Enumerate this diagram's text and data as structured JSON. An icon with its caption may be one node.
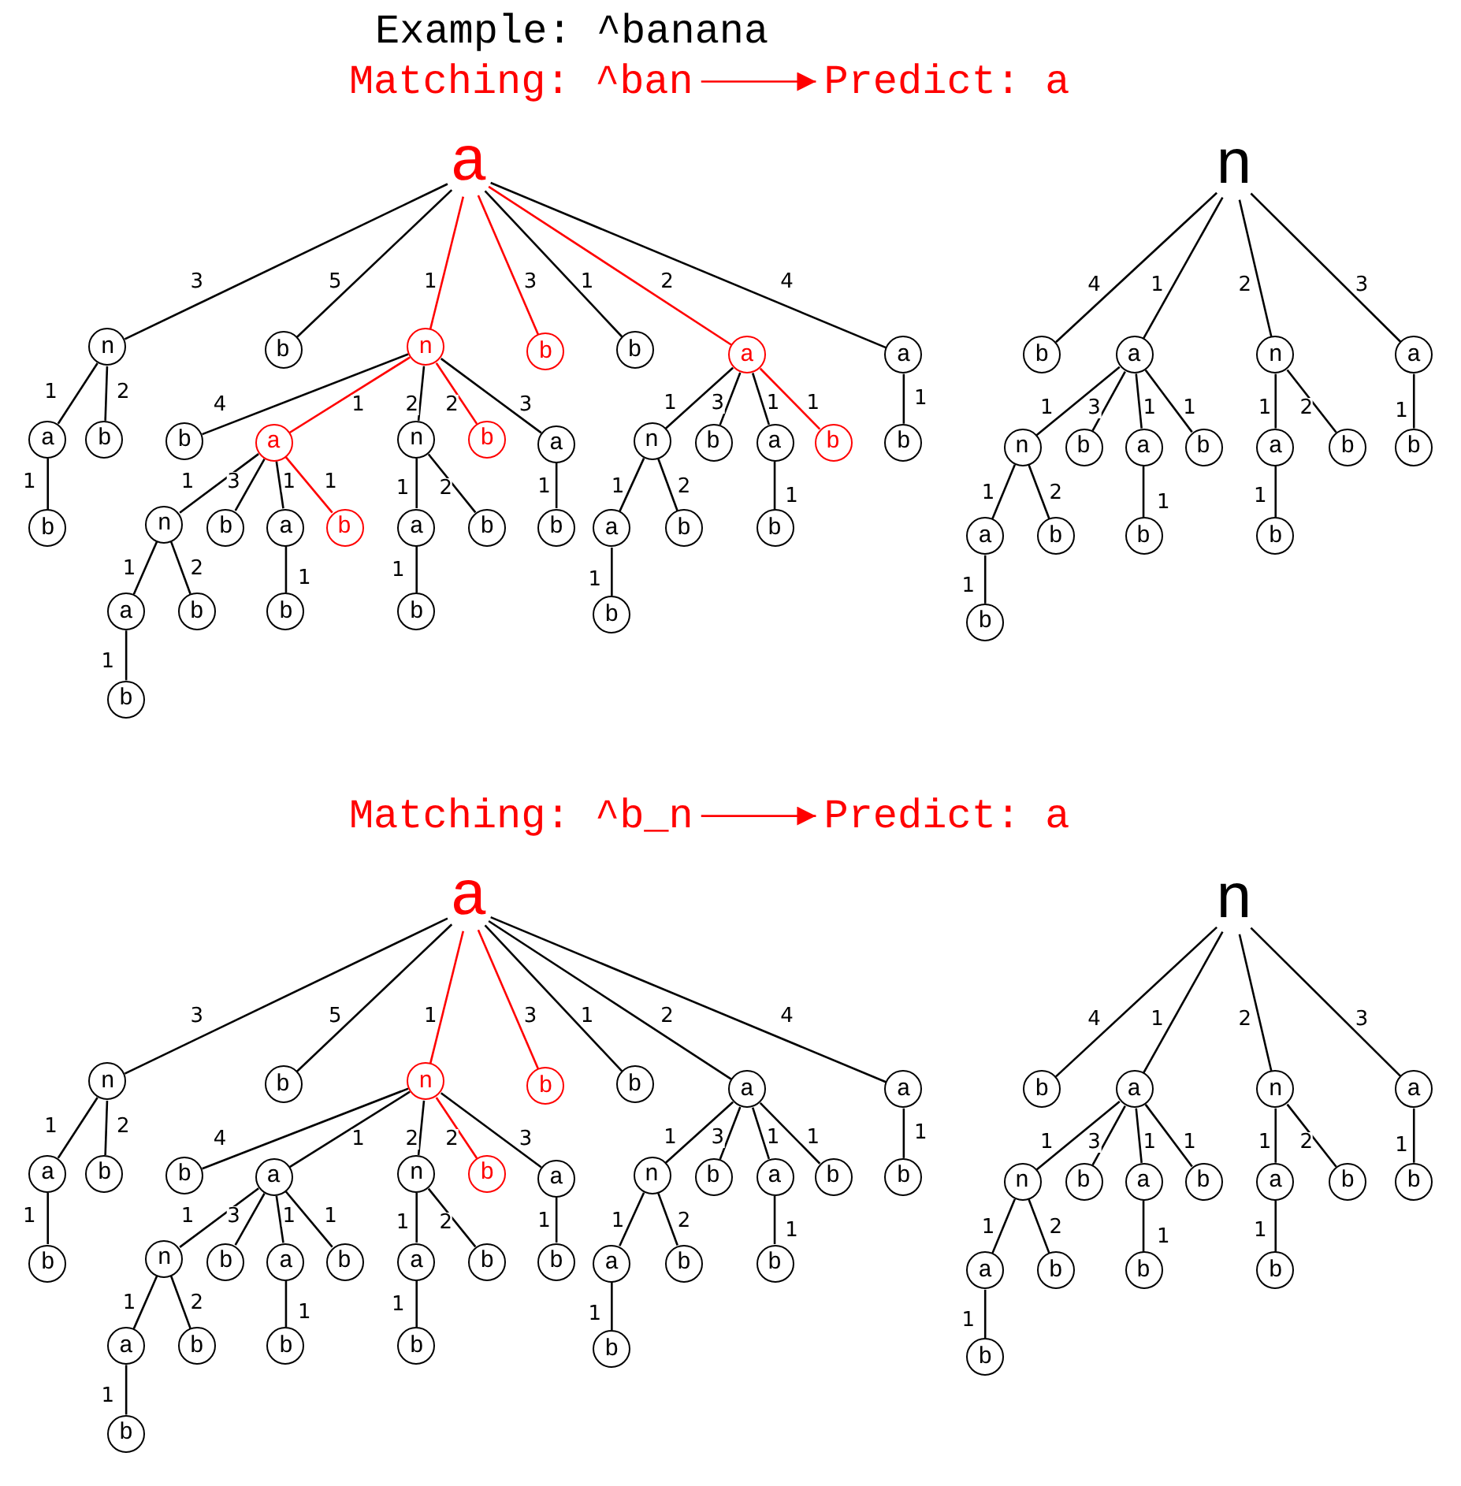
{
  "diagram": {
    "nodes": [
      {
        "text": [
          "Example: ^banana"
        ]
      },
      {
        "text": [
          "Matching: ^ban"
        ]
      },
      {
        "text": [
          "Predict: a"
        ]
      },
      {
        "text": [
          "a"
        ]
      },
      {
        "text": [
          "n"
        ]
      },
      {
        "text": [
          "a"
        ]
      },
      {
        "text": [
          "b"
        ]
      },
      {
        "text": [
          "b"
        ]
      },
      {
        "text": [
          "b"
        ]
      },
      {
        "text": [
          "n"
        ]
      },
      {
        "text": [
          "b"
        ]
      },
      {
        "text": [
          "a"
        ]
      },
      {
        "text": [
          "n"
        ]
      },
      {
        "text": [
          "a"
        ]
      },
      {
        "text": [
          "b"
        ]
      },
      {
        "text": [
          "b"
        ]
      },
      {
        "text": [
          "b"
        ]
      },
      {
        "text": [
          "a"
        ]
      },
      {
        "text": [
          "b"
        ]
      },
      {
        "text": [
          "b"
        ]
      },
      {
        "text": [
          "n"
        ]
      },
      {
        "text": [
          "a"
        ]
      },
      {
        "text": [
          "b"
        ]
      },
      {
        "text": [
          "b"
        ]
      },
      {
        "text": [
          "b"
        ]
      },
      {
        "text": [
          "a"
        ]
      },
      {
        "text": [
          "b"
        ]
      },
      {
        "text": [
          "b"
        ]
      },
      {
        "text": [
          "b"
        ]
      },
      {
        "text": [
          "a"
        ]
      },
      {
        "text": [
          "n"
        ]
      },
      {
        "text": [
          "a"
        ]
      },
      {
        "text": [
          "b"
        ]
      },
      {
        "text": [
          "b"
        ]
      },
      {
        "text": [
          "b"
        ]
      },
      {
        "text": [
          "a"
        ]
      },
      {
        "text": [
          "b"
        ]
      },
      {
        "text": [
          "b"
        ]
      },
      {
        "text": [
          "a"
        ]
      },
      {
        "text": [
          "b"
        ]
      },
      {
        "text": [
          "n"
        ]
      },
      {
        "text": [
          "b"
        ]
      },
      {
        "text": [
          "a"
        ]
      },
      {
        "text": [
          "n"
        ]
      },
      {
        "text": [
          "a"
        ]
      },
      {
        "text": [
          "b"
        ]
      },
      {
        "text": [
          "b"
        ]
      },
      {
        "text": [
          "b"
        ]
      },
      {
        "text": [
          "a"
        ]
      },
      {
        "text": [
          "b"
        ]
      },
      {
        "text": [
          "b"
        ]
      },
      {
        "text": [
          "n"
        ]
      },
      {
        "text": [
          "a"
        ]
      },
      {
        "text": [
          "b"
        ]
      },
      {
        "text": [
          "b"
        ]
      },
      {
        "text": [
          "a"
        ]
      },
      {
        "text": [
          "b"
        ]
      },
      {
        "text": [
          "Matching: ^b_n"
        ]
      },
      {
        "text": [
          "Predict: a"
        ]
      },
      {
        "text": [
          "a"
        ]
      },
      {
        "text": [
          "n"
        ]
      },
      {
        "text": [
          "a"
        ]
      },
      {
        "text": [
          "b"
        ]
      },
      {
        "text": [
          "b"
        ]
      },
      {
        "text": [
          "b"
        ]
      },
      {
        "text": [
          "n"
        ]
      },
      {
        "text": [
          "b"
        ]
      },
      {
        "text": [
          "a"
        ]
      },
      {
        "text": [
          "n"
        ]
      },
      {
        "text": [
          "a"
        ]
      },
      {
        "text": [
          "b"
        ]
      },
      {
        "text": [
          "b"
        ]
      },
      {
        "text": [
          "b"
        ]
      },
      {
        "text": [
          "a"
        ]
      },
      {
        "text": [
          "b"
        ]
      },
      {
        "text": [
          "b"
        ]
      },
      {
        "text": [
          "n"
        ]
      },
      {
        "text": [
          "a"
        ]
      },
      {
        "text": [
          "b"
        ]
      },
      {
        "text": [
          "b"
        ]
      },
      {
        "text": [
          "b"
        ]
      },
      {
        "text": [
          "a"
        ]
      },
      {
        "text": [
          "b"
        ]
      },
      {
        "text": [
          "b"
        ]
      },
      {
        "text": [
          "b"
        ]
      },
      {
        "text": [
          "a"
        ]
      },
      {
        "text": [
          "n"
        ]
      },
      {
        "text": [
          "a"
        ]
      },
      {
        "text": [
          "b"
        ]
      },
      {
        "text": [
          "b"
        ]
      },
      {
        "text": [
          "b"
        ]
      },
      {
        "text": [
          "a"
        ]
      },
      {
        "text": [
          "b"
        ]
      },
      {
        "text": [
          "b"
        ]
      },
      {
        "text": [
          "a"
        ]
      },
      {
        "text": [
          "b"
        ]
      },
      {
        "text": [
          "n"
        ]
      },
      {
        "text": [
          "b"
        ]
      },
      {
        "text": [
          "a"
        ]
      },
      {
        "text": [
          "n"
        ]
      },
      {
        "text": [
          "a"
        ]
      },
      {
        "text": [
          "b"
        ]
      },
      {
        "text": [
          "b"
        ]
      },
      {
        "text": [
          "b"
        ]
      },
      {
        "text": [
          "a"
        ]
      },
      {
        "text": [
          "b"
        ]
      },
      {
        "text": [
          "b"
        ]
      },
      {
        "text": [
          "n"
        ]
      },
      {
        "text": [
          "a"
        ]
      },
      {
        "text": [
          "b"
        ]
      },
      {
        "text": [
          "b"
        ]
      },
      {
        "text": [
          "a"
        ]
      },
      {
        "text": [
          "b"
        ]
      }
    ],
    "edges": [
      {
        "from": 1,
        "to": 2,
        "arrow": "to",
        "color": "#ff0000"
      },
      {
        "from": 3,
        "to": 4,
        "arrow": "none",
        "label": "3"
      },
      {
        "from": 4,
        "to": 5,
        "arrow": "none",
        "label": "1"
      },
      {
        "from": 5,
        "to": 6,
        "arrow": "none",
        "label": "1"
      },
      {
        "from": 4,
        "to": 7,
        "arrow": "none",
        "label": "2"
      },
      {
        "from": 3,
        "to": 8,
        "arrow": "none",
        "label": "5"
      },
      {
        "from": 3,
        "to": 9,
        "arrow": "none",
        "label": "1",
        "color": "#ff0000"
      },
      {
        "from": 9,
        "to": 10,
        "arrow": "none",
        "label": "4"
      },
      {
        "from": 9,
        "to": 11,
        "arrow": "none",
        "label": "1",
        "color": "#ff0000"
      },
      {
        "from": 11,
        "to": 12,
        "arrow": "none",
        "label": "1"
      },
      {
        "from": 12,
        "to": 13,
        "arrow": "none",
        "label": "1"
      },
      {
        "from": 13,
        "to": 14,
        "arrow": "none",
        "label": "1"
      },
      {
        "from": 12,
        "to": 15,
        "arrow": "none",
        "label": "2"
      },
      {
        "from": 11,
        "to": 16,
        "arrow": "none",
        "label": "3"
      },
      {
        "from": 11,
        "to": 17,
        "arrow": "none",
        "label": "1"
      },
      {
        "from": 17,
        "to": 18,
        "arrow": "none",
        "label": "1"
      },
      {
        "from": 11,
        "to": 19,
        "arrow": "none",
        "label": "1",
        "color": "#ff0000"
      },
      {
        "from": 9,
        "to": 20,
        "arrow": "none",
        "label": "2"
      },
      {
        "from": 20,
        "to": 21,
        "arrow": "none",
        "label": "1"
      },
      {
        "from": 21,
        "to": 22,
        "arrow": "none",
        "label": "1"
      },
      {
        "from": 20,
        "to": 23,
        "arrow": "none",
        "label": "2"
      },
      {
        "from": 9,
        "to": 24,
        "arrow": "none",
        "label": "2",
        "color": "#ff0000"
      },
      {
        "from": 9,
        "to": 25,
        "arrow": "none",
        "label": "3"
      },
      {
        "from": 25,
        "to": 26,
        "arrow": "none",
        "label": "1"
      },
      {
        "from": 3,
        "to": 27,
        "arrow": "none",
        "label": "3",
        "color": "#ff0000"
      },
      {
        "from": 3,
        "to": 28,
        "arrow": "none",
        "label": "1"
      },
      {
        "from": 3,
        "to": 29,
        "arrow": "none",
        "label": "2",
        "color": "#ff0000"
      },
      {
        "from": 29,
        "to": 30,
        "arrow": "none",
        "label": "1"
      },
      {
        "from": 30,
        "to": 31,
        "arrow": "none",
        "label": "1"
      },
      {
        "from": 31,
        "to": 32,
        "arrow": "none",
        "label": "1"
      },
      {
        "from": 30,
        "to": 33,
        "arrow": "none",
        "label": "2"
      },
      {
        "from": 29,
        "to": 34,
        "arrow": "none",
        "label": "3"
      },
      {
        "from": 29,
        "to": 35,
        "arrow": "none",
        "label": "1"
      },
      {
        "from": 35,
        "to": 36,
        "arrow": "none",
        "label": "1"
      },
      {
        "from": 29,
        "to": 37,
        "arrow": "none",
        "label": "1",
        "color": "#ff0000"
      },
      {
        "from": 3,
        "to": 38,
        "arrow": "none",
        "label": "4"
      },
      {
        "from": 38,
        "to": 39,
        "arrow": "none",
        "label": "1"
      },
      {
        "from": 40,
        "to": 41,
        "arrow": "none",
        "label": "4"
      },
      {
        "from": 40,
        "to": 42,
        "arrow": "none",
        "label": "1"
      },
      {
        "from": 42,
        "to": 43,
        "arrow": "none",
        "label": "1"
      },
      {
        "from": 43,
        "to": 44,
        "arrow": "none",
        "label": "1"
      },
      {
        "from": 44,
        "to": 45,
        "arrow": "none",
        "label": "1"
      },
      {
        "from": 43,
        "to": 46,
        "arrow": "none",
        "label": "2"
      },
      {
        "from": 42,
        "to": 47,
        "arrow": "none",
        "label": "3"
      },
      {
        "from": 42,
        "to": 48,
        "arrow": "none",
        "label": "1"
      },
      {
        "from": 48,
        "to": 49,
        "arrow": "none",
        "label": "1"
      },
      {
        "from": 42,
        "to": 50,
        "arrow": "none",
        "label": "1"
      },
      {
        "from": 40,
        "to": 51,
        "arrow": "none",
        "label": "2"
      },
      {
        "from": 51,
        "to": 52,
        "arrow": "none",
        "label": "1"
      },
      {
        "from": 52,
        "to": 53,
        "arrow": "none",
        "label": "1"
      },
      {
        "from": 51,
        "to": 54,
        "arrow": "none",
        "label": "2"
      },
      {
        "from": 40,
        "to": 55,
        "arrow": "none",
        "label": "3"
      },
      {
        "from": 55,
        "to": 56,
        "arrow": "none",
        "label": "1"
      },
      {
        "from": 57,
        "to": 58,
        "arrow": "to",
        "color": "#ff0000"
      },
      {
        "from": 59,
        "to": 60,
        "arrow": "none",
        "label": "3"
      },
      {
        "from": 60,
        "to": 61,
        "arrow": "none",
        "label": "1"
      },
      {
        "from": 61,
        "to": 62,
        "arrow": "none",
        "label": "1"
      },
      {
        "from": 60,
        "to": 63,
        "arrow": "none",
        "label": "2"
      },
      {
        "from": 59,
        "to": 64,
        "arrow": "none",
        "label": "5"
      },
      {
        "from": 59,
        "to": 65,
        "arrow": "none",
        "label": "1",
        "color": "#ff0000"
      },
      {
        "from": 65,
        "to": 66,
        "arrow": "none",
        "label": "4"
      },
      {
        "from": 65,
        "to": 67,
        "arrow": "none",
        "label": "1"
      },
      {
        "from": 67,
        "to": 68,
        "arrow": "none",
        "label": "1"
      },
      {
        "from": 68,
        "to": 69,
        "arrow": "none",
        "label": "1"
      },
      {
        "from": 69,
        "to": 70,
        "arrow": "none",
        "label": "1"
      },
      {
        "from": 68,
        "to": 71,
        "arrow": "none",
        "label": "2"
      },
      {
        "from": 67,
        "to": 72,
        "arrow": "none",
        "label": "3"
      },
      {
        "from": 67,
        "to": 73,
        "arrow": "none",
        "label": "1"
      },
      {
        "from": 73,
        "to": 74,
        "arrow": "none",
        "label": "1"
      },
      {
        "from": 67,
        "to": 75,
        "arrow": "none",
        "label": "1"
      },
      {
        "from": 65,
        "to": 76,
        "arrow": "none",
        "label": "2"
      },
      {
        "from": 76,
        "to": 77,
        "arrow": "none",
        "label": "1"
      },
      {
        "from": 77,
        "to": 78,
        "arrow": "none",
        "label": "1"
      },
      {
        "from": 76,
        "to": 79,
        "arrow": "none",
        "label": "2"
      },
      {
        "from": 65,
        "to": 80,
        "arrow": "none",
        "label": "2",
        "color": "#ff0000"
      },
      {
        "from": 65,
        "to": 81,
        "arrow": "none",
        "label": "3"
      },
      {
        "from": 81,
        "to": 82,
        "arrow": "none",
        "label": "1"
      },
      {
        "from": 59,
        "to": 83,
        "arrow": "none",
        "label": "3",
        "color": "#ff0000"
      },
      {
        "from": 59,
        "to": 84,
        "arrow": "none",
        "label": "1"
      },
      {
        "from": 59,
        "to": 85,
        "arrow": "none",
        "label": "2"
      },
      {
        "from": 85,
        "to": 86,
        "arrow": "none",
        "label": "1"
      },
      {
        "from": 86,
        "to": 87,
        "arrow": "none",
        "label": "1"
      },
      {
        "from": 87,
        "to": 88,
        "arrow": "none",
        "label": "1"
      },
      {
        "from": 86,
        "to": 89,
        "arrow": "none",
        "label": "2"
      },
      {
        "from": 85,
        "to": 90,
        "arrow": "none",
        "label": "3"
      },
      {
        "from": 85,
        "to": 91,
        "arrow": "none",
        "label": "1"
      },
      {
        "from": 91,
        "to": 92,
        "arrow": "none",
        "label": "1"
      },
      {
        "from": 85,
        "to": 93,
        "arrow": "none",
        "label": "1"
      },
      {
        "from": 59,
        "to": 94,
        "arrow": "none",
        "label": "4"
      },
      {
        "from": 94,
        "to": 95,
        "arrow": "none",
        "label": "1"
      },
      {
        "from": 96,
        "to": 97,
        "arrow": "none",
        "label": "4"
      },
      {
        "from": 96,
        "to": 98,
        "arrow": "none",
        "label": "1"
      },
      {
        "from": 98,
        "to": 99,
        "arrow": "none",
        "label": "1"
      },
      {
        "from": 99,
        "to": 100,
        "arrow": "none",
        "label": "1"
      },
      {
        "from": 100,
        "to": 101,
        "arrow": "none",
        "label": "1"
      },
      {
        "from": 99,
        "to": 102,
        "arrow": "none",
        "label": "2"
      },
      {
        "from": 98,
        "to": 103,
        "arrow": "none",
        "label": "3"
      },
      {
        "from": 98,
        "to": 104,
        "arrow": "none",
        "label": "1"
      },
      {
        "from": 104,
        "to": 105,
        "arrow": "none",
        "label": "1"
      },
      {
        "from": 98,
        "to": 106,
        "arrow": "none",
        "label": "1"
      },
      {
        "from": 96,
        "to": 107,
        "arrow": "none",
        "label": "2"
      },
      {
        "from": 107,
        "to": 108,
        "arrow": "none",
        "label": "1"
      },
      {
        "from": 108,
        "to": 109,
        "arrow": "none",
        "label": "1"
      },
      {
        "from": 107,
        "to": 110,
        "arrow": "none",
        "label": "2"
      },
      {
        "from": 96,
        "to": 111,
        "arrow": "none",
        "label": "3"
      },
      {
        "from": 111,
        "to": 112,
        "arrow": "none",
        "label": "1"
      }
    ]
  }
}
